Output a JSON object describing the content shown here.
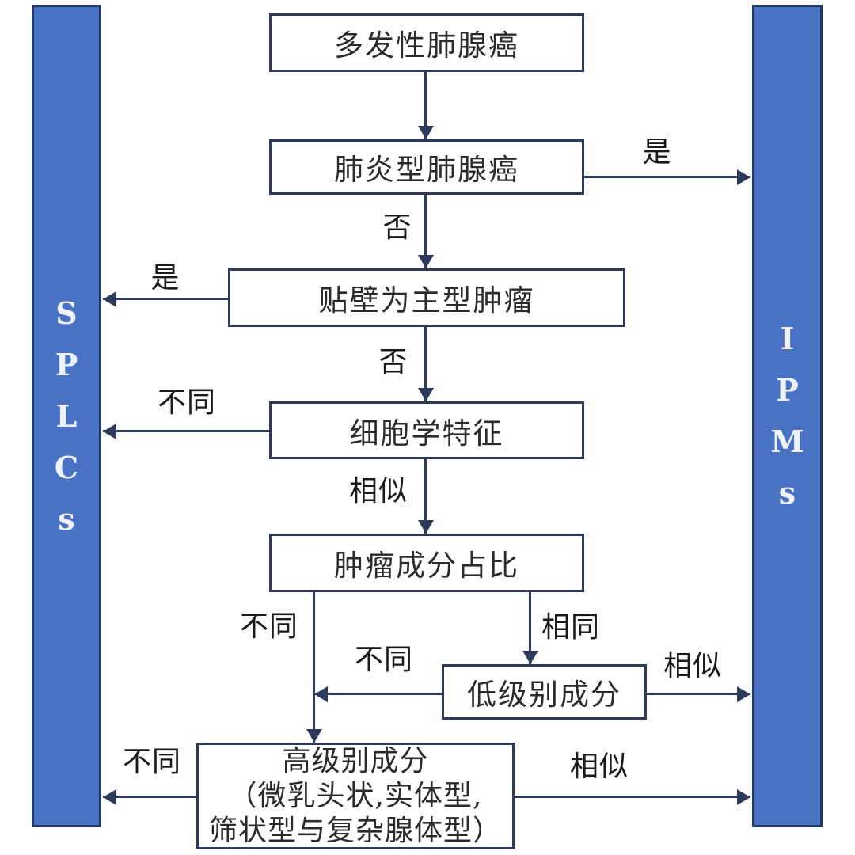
{
  "colors": {
    "bar_fill": "#4a72c4",
    "bar_border": "#1f3864",
    "line": "#2e3a5c",
    "box_border": "#2e3a5c",
    "box_text": "#2b2b2b",
    "label_text": "#1a1a1a",
    "bar_letter": "#eef2fb"
  },
  "left_bar": {
    "name": "SPLCs",
    "letters": [
      "S",
      "P",
      "L",
      "C",
      "s"
    ]
  },
  "right_bar": {
    "name": "IPMs",
    "letters": [
      "I",
      "P",
      "M",
      "s"
    ]
  },
  "boxes": {
    "multifocal": "多发性肺腺癌",
    "pneumonic": "肺炎型肺腺癌",
    "lepidic": "贴壁为主型肿瘤",
    "cytology": "细胞学特征",
    "proportion": "肿瘤成分占比",
    "low_grade": "低级别成分",
    "high_grade": [
      "高级别成分",
      "（微乳头状,实体型,",
      "筛状型与复杂腺体型）"
    ]
  },
  "labels": {
    "pneumonic_yes": "是",
    "pneumonic_no": "否",
    "lepidic_yes": "是",
    "lepidic_no": "否",
    "cytology_different": "不同",
    "cytology_similar": "相似",
    "proportion_different": "不同",
    "proportion_same": "相同",
    "low_grade_different": "不同",
    "low_grade_similar": "相似",
    "high_grade_different": "不同",
    "high_grade_similar": "相似"
  }
}
